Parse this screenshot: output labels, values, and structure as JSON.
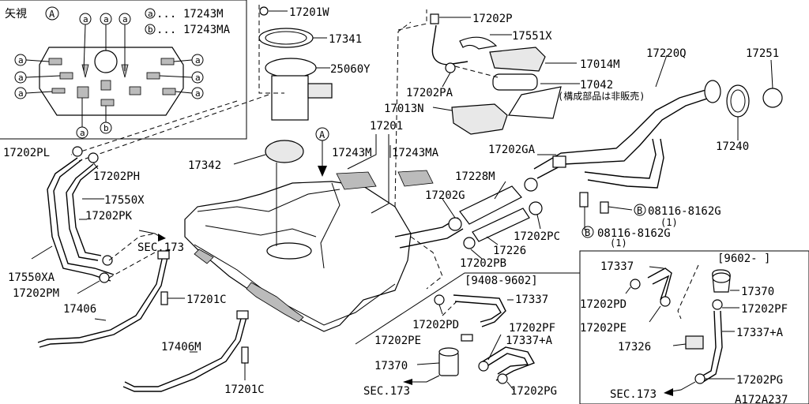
{
  "view_a": {
    "title": "矢視",
    "marker": "A",
    "legend": [
      {
        "key": "a",
        "part": "17243M"
      },
      {
        "key": "b",
        "part": "17243MA"
      }
    ],
    "dots": "...",
    "callout_a": "a",
    "callout_b": "b"
  },
  "parts": {
    "p17201W": "17201W",
    "p17341": "17341",
    "p25060Y": "25060Y",
    "p17202P": "17202P",
    "p17551X": "17551X",
    "p17014M": "17014M",
    "p17220Q": "17220Q",
    "p17251": "17251",
    "p17202PA": "17202PA",
    "p17042": "17042",
    "p17042_note": "(構成部品は非販売)",
    "p17013N": "17013N",
    "p17201": "17201",
    "p17240": "17240",
    "p17202PL": "17202PL",
    "p17202PH": "17202PH",
    "p17342": "17342",
    "p17243M": "17243M",
    "p17243MA": "17243MA",
    "p17202GA": "17202GA",
    "p17228M": "17228M",
    "p17550X": "17550X",
    "p17202PK": "17202PK",
    "p17202G": "17202G",
    "bolt1": "08116-8162G",
    "bolt1_qty": "(1)",
    "bolt2": "08116-8162G",
    "bolt2_qty": "(1)",
    "bolt_marker": "B",
    "p17202PC": "17202PC",
    "sec173_top": "SEC.173",
    "p17226": "17226",
    "p17202PB": "17202PB",
    "p17550XA": "17550XA",
    "p17202PM": "17202PM",
    "p17201C_a": "17201C",
    "p17406": "17406",
    "p17406M": "17406M",
    "p17201C_b": "17201C",
    "marker_a_tank": "A"
  },
  "variant_mid": {
    "date_range": "[9408-9602]",
    "p17337": "17337",
    "p17202PD": "17202PD",
    "p17202PE": "17202PE",
    "p17202PF": "17202PF",
    "p17337A": "17337+A",
    "p17370": "17370",
    "p17202PG": "17202PG",
    "sec173": "SEC.173"
  },
  "variant_right": {
    "date_range": "[9602-      ]",
    "p17337": "17337",
    "p17370": "17370",
    "p17202PD": "17202PD",
    "p17202PF": "17202PF",
    "p17202PE": "17202PE",
    "p17326": "17326",
    "p17337A": "17337+A",
    "p17202PG": "17202PG",
    "sec173": "SEC.173"
  },
  "figure_code": "A172A237"
}
